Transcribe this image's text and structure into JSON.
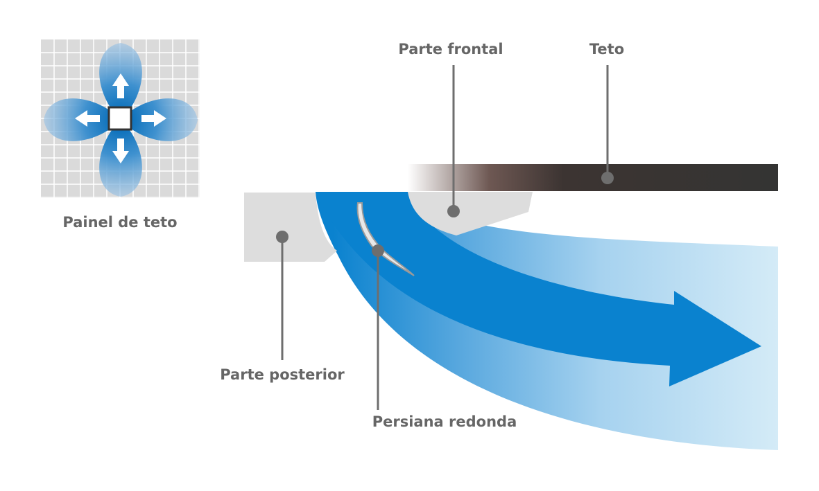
{
  "labels": {
    "panel_title": "Painel de teto",
    "front_part": "Parte frontal",
    "ceiling": "Teto",
    "rear_part": "Parte posterior",
    "round_louver": "Persiana redonda"
  },
  "colors": {
    "text": "#666666",
    "leader": "#6e6e6e",
    "ceiling": "#343433",
    "airflow": "#0a82cf",
    "airflow_light": "#d4ebf7",
    "part_fill": "#dddddd",
    "grid_bg": "#dadada",
    "grid_line": "#ffffff"
  },
  "icons": {
    "panel": "four-way-airflow-icon",
    "arrows": [
      "arrow-up-icon",
      "arrow-right-icon",
      "arrow-down-icon",
      "arrow-left-icon"
    ]
  }
}
